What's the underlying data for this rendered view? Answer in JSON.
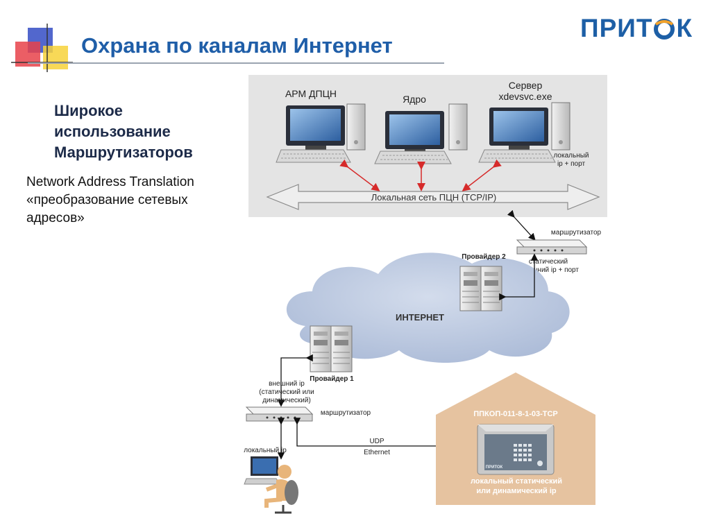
{
  "slide": {
    "title": "Охрана по каналам Интернет",
    "logo_left": "ПРИТ",
    "logo_right": "К",
    "heading_lines": [
      "Широкое",
      "использование",
      "Маршрутизаторов"
    ],
    "body_lines": [
      "Network Address Translation",
      "«преобразование сетевых",
      "адресов»"
    ]
  },
  "diagram": {
    "arm_label": "АРМ ДПЦН",
    "core_label": "Ядро",
    "server_label_1": "Сервер",
    "server_label_2": "xdevsvc.exe",
    "server_note_1": "локальный",
    "server_note_2": "ip + порт",
    "lan_label": "Локальная сеть ПЦН (TCP/IP)",
    "router_top_label": "маршрутизатор",
    "provider2_label": "Провайдер 2",
    "static_ext_1": "статический",
    "static_ext_2": "внешний ip + порт",
    "internet_label": "ИНТЕРНЕТ",
    "provider1_label": "Провайдер 1",
    "ext_ip_1": "внешний ip",
    "ext_ip_2": "(статический или",
    "ext_ip_3": "динамический)",
    "router_bottom_label": "маршрутизатор",
    "local_ip_label": "локальный ip",
    "udp_label": "UDP",
    "ethernet_label": "Ethernet",
    "device_title": "ППКОП-011-8-1-03-TCP",
    "device_note_1": "локальный статический",
    "device_note_2": "или динамический ip",
    "device_brand": "ПРИТОК"
  },
  "colors": {
    "title_blue": "#1f5ea8",
    "heading_navy": "#1c2a48",
    "lan_panel": "#e4e4e4",
    "cloud": "#b9c6dc",
    "house": "#e6c3a0",
    "arrow_red": "#d62a2a"
  }
}
